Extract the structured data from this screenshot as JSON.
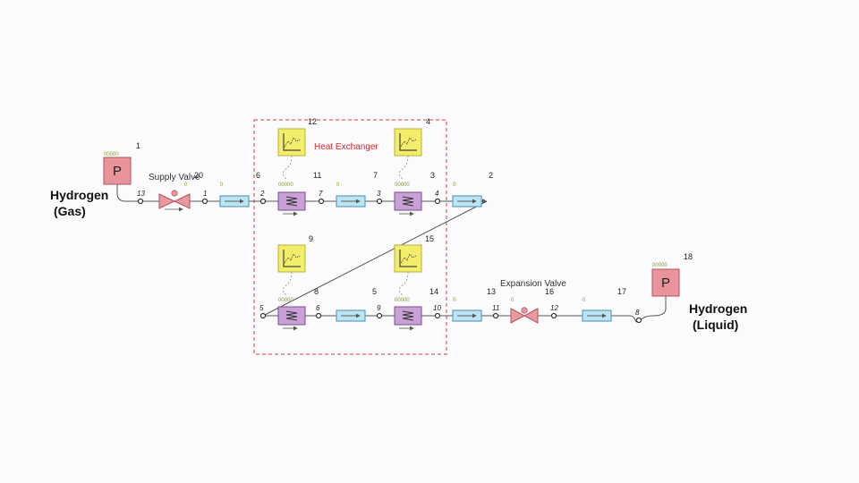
{
  "labels": {
    "hx_title": "Heat Exchanger",
    "supply_valve": "Supply Valve",
    "expansion_valve": "Expansion Valve",
    "gas_line1": "Hydrogen",
    "gas_line2": "(Gas)",
    "liquid_line1": "Hydrogen",
    "liquid_line2": "(Liquid)",
    "p_symbol": "P"
  },
  "component_ids": {
    "src_pressure": "1",
    "supply_valve": "20",
    "pipe_a": "6",
    "hx_a": "11",
    "pipe_b": "7",
    "hx_b": "3",
    "pipe_c": "2",
    "plot_12": "12",
    "plot_4": "4",
    "plot_9": "9",
    "plot_15": "15",
    "hx_c": "8",
    "pipe_d": "5",
    "hx_d": "14",
    "pipe_e": "13",
    "exp_valve": "16",
    "pipe_f": "17",
    "sink_pressure": "18"
  },
  "node_ids": {
    "n13": "13",
    "n1": "1",
    "n2": "2",
    "n7": "7",
    "n3": "3",
    "n4": "4",
    "n5": "5",
    "n6": "6",
    "n9": "9",
    "n10": "10",
    "n11": "11",
    "n12": "12",
    "n8": "8"
  },
  "port_marks": {
    "zero": "0",
    "dots": "00000"
  },
  "colors": {
    "pressure": "#e8949a",
    "plot": "#f2ee6a",
    "hx": "#c8a2d6",
    "pipe": "#bde4f2",
    "valve": "#e69aa0",
    "boundary": "#e03a3a"
  }
}
